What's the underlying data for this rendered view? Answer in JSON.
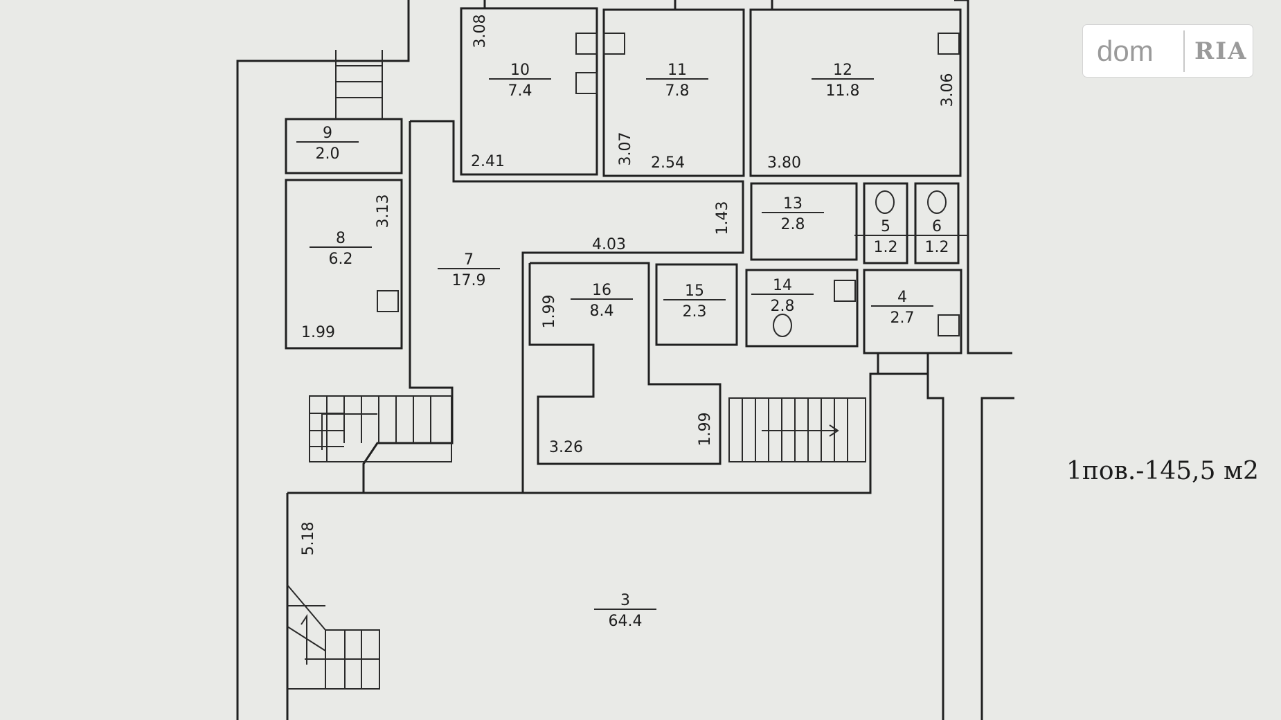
{
  "watermark": {
    "brand": "dom",
    "brand2": "RIA"
  },
  "caption": "1пов.-145,5 м2",
  "rooms": [
    {
      "id": "r3",
      "number": "3",
      "area": "64.4"
    },
    {
      "id": "r4",
      "number": "4",
      "area": "2.7"
    },
    {
      "id": "r5",
      "number": "5",
      "area": "1.2"
    },
    {
      "id": "r6",
      "number": "6",
      "area": "1.2"
    },
    {
      "id": "r7",
      "number": "7",
      "area": "17.9"
    },
    {
      "id": "r8",
      "number": "8",
      "area": "6.2"
    },
    {
      "id": "r9",
      "number": "9",
      "area": "2.0"
    },
    {
      "id": "r10",
      "number": "10",
      "area": "7.4"
    },
    {
      "id": "r11",
      "number": "11",
      "area": "7.8"
    },
    {
      "id": "r12",
      "number": "12",
      "area": "11.8"
    },
    {
      "id": "r13",
      "number": "13",
      "area": "2.8"
    },
    {
      "id": "r14",
      "number": "14",
      "area": "2.8"
    },
    {
      "id": "r15",
      "number": "15",
      "area": "2.3"
    },
    {
      "id": "r16",
      "number": "16",
      "area": "8.4"
    }
  ],
  "dimensions": [
    {
      "id": "d1",
      "text": "3.08",
      "vertical": true
    },
    {
      "id": "d2",
      "text": "2.41",
      "vertical": false
    },
    {
      "id": "d3",
      "text": "3.07",
      "vertical": true
    },
    {
      "id": "d4",
      "text": "2.54",
      "vertical": false
    },
    {
      "id": "d5",
      "text": "3.06",
      "vertical": true
    },
    {
      "id": "d6",
      "text": "3.80",
      "vertical": false
    },
    {
      "id": "d7",
      "text": "3.13",
      "vertical": true
    },
    {
      "id": "d8",
      "text": "1.43",
      "vertical": true
    },
    {
      "id": "d9",
      "text": "4.03",
      "vertical": false
    },
    {
      "id": "d10",
      "text": "1.99",
      "vertical": false
    },
    {
      "id": "d11",
      "text": "1.99",
      "vertical": true
    },
    {
      "id": "d12",
      "text": "3.26",
      "vertical": false
    },
    {
      "id": "d13",
      "text": "1.99",
      "vertical": true
    },
    {
      "id": "d14",
      "text": "5.18",
      "vertical": true
    }
  ]
}
